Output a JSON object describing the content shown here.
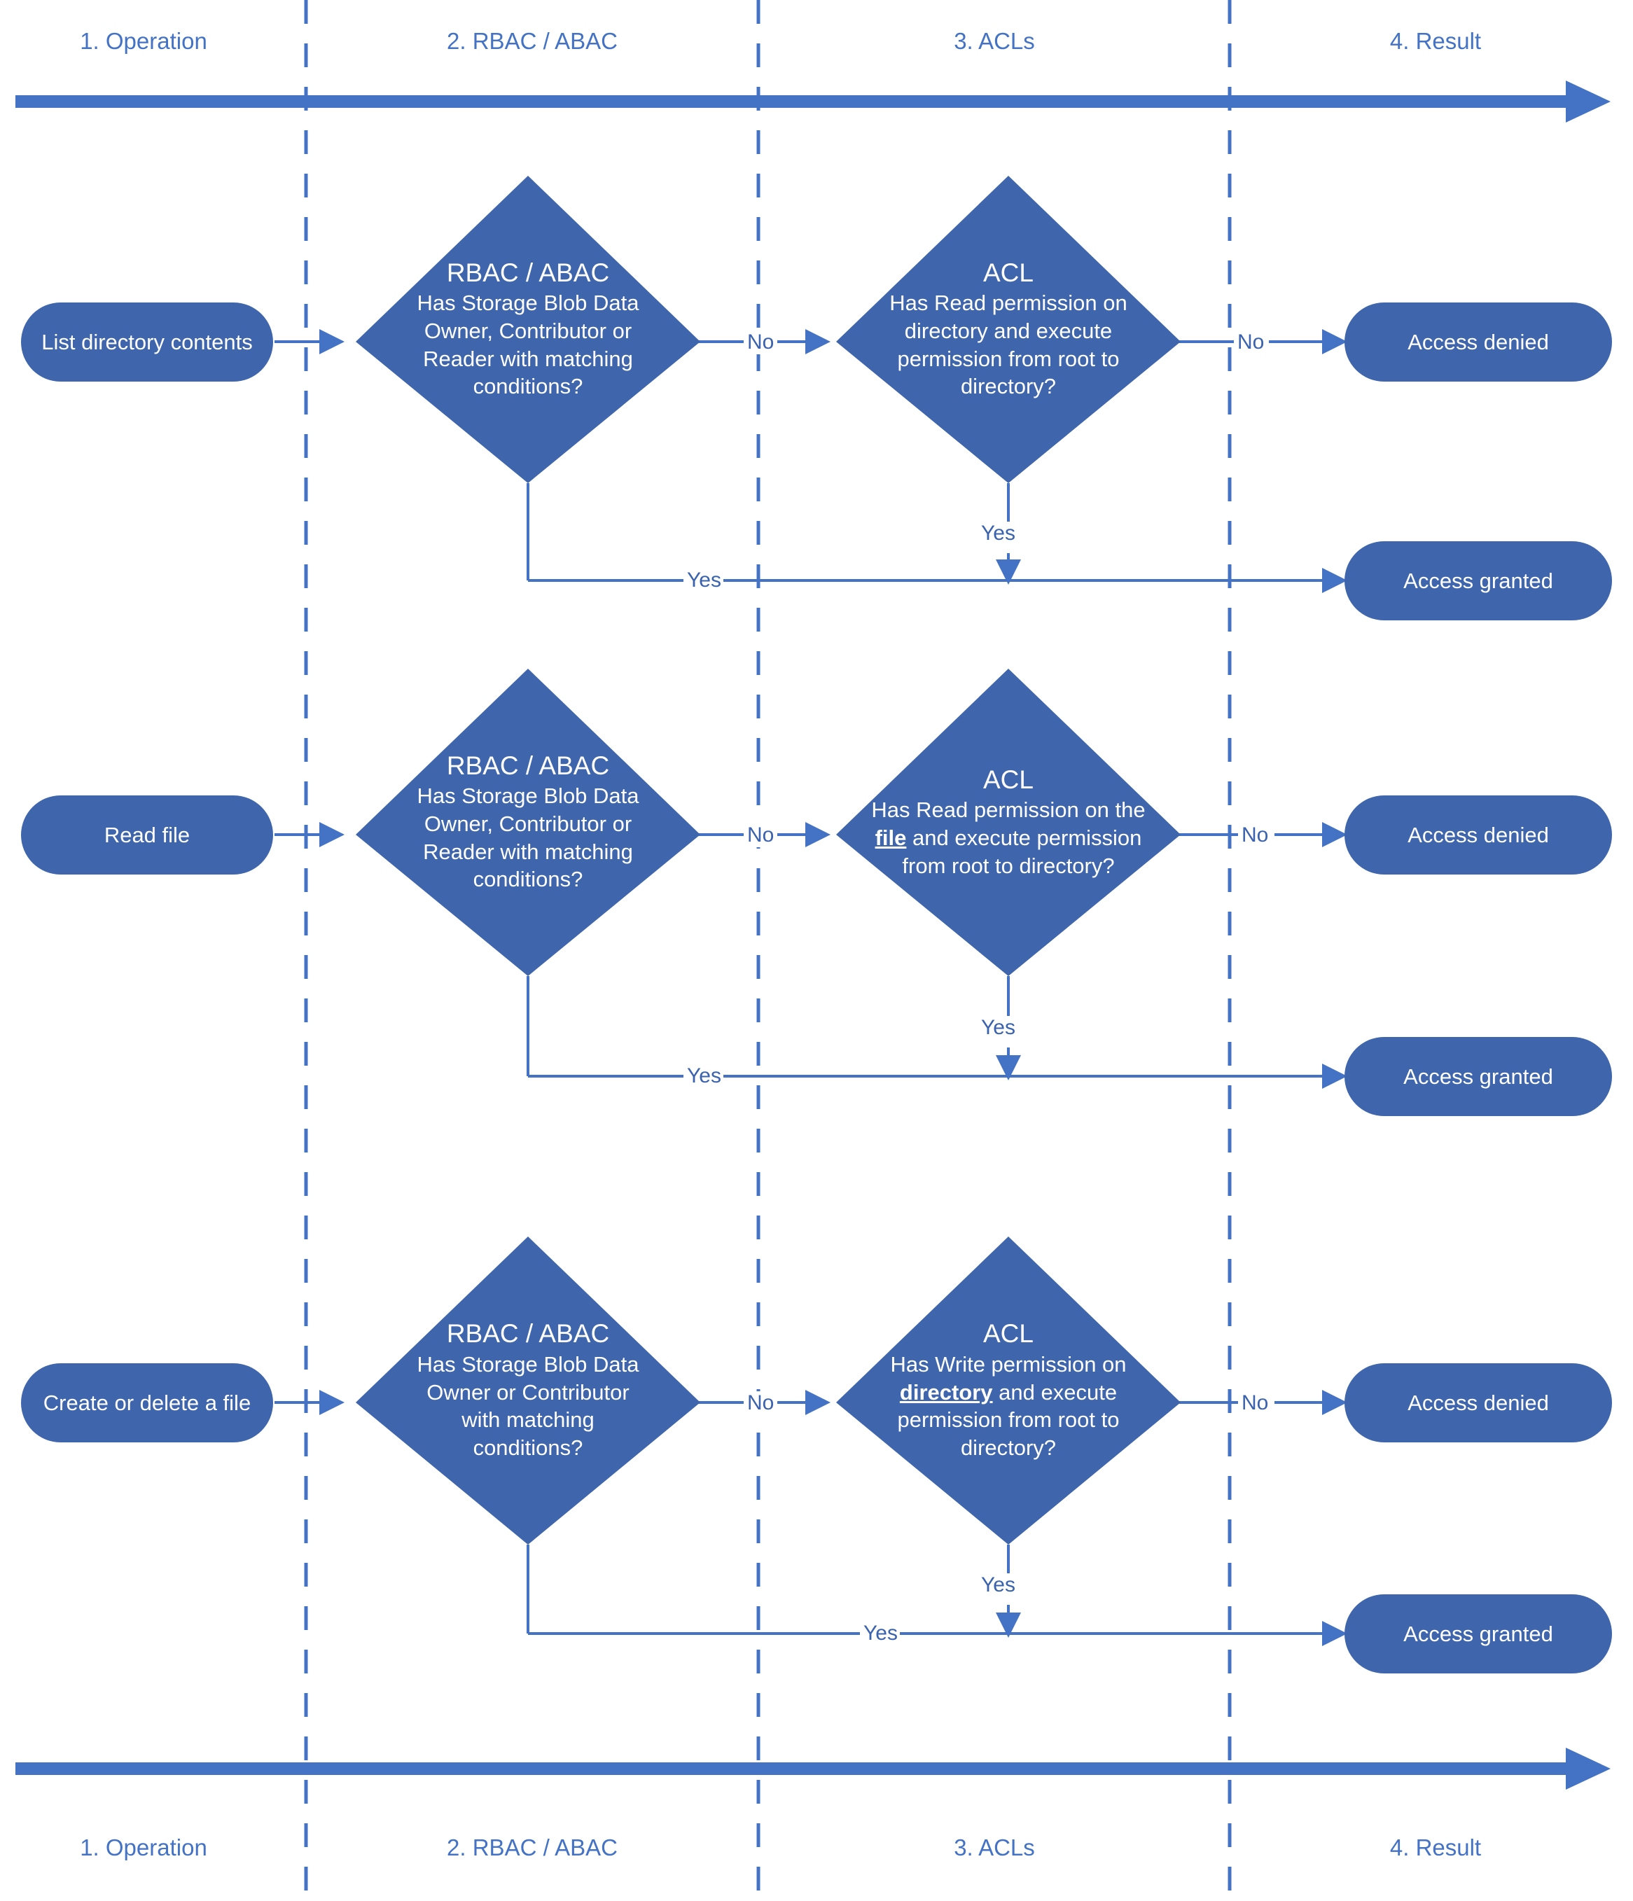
{
  "colors": {
    "shape_fill": "#3F65AC",
    "line": "#4472C4",
    "label_text": "#4472C4",
    "shape_text": "#FFFFFF",
    "band_arrow": "#4472C4"
  },
  "lanes": {
    "top": [
      {
        "label": "1. Operation"
      },
      {
        "label": "2. RBAC / ABAC"
      },
      {
        "label": "3. ACLs"
      },
      {
        "label": "4. Result"
      }
    ],
    "bottom": [
      {
        "label": "1. Operation"
      },
      {
        "label": "2. RBAC / ABAC"
      },
      {
        "label": "3. ACLs"
      },
      {
        "label": "4. Result"
      }
    ]
  },
  "rows": [
    {
      "id": "list-directory-contents",
      "operation": "List directory contents",
      "rbac": {
        "title": "RBAC / ABAC",
        "body_lines": [
          "Has Storage Blob Data",
          "Owner, Contributor or",
          "Reader with matching",
          "conditions?"
        ],
        "no_label": "No",
        "yes_label": "Yes"
      },
      "acl": {
        "title": "ACL",
        "body_lines": [
          "Has Read permission on",
          "directory and execute",
          "permission from root to",
          "directory?"
        ],
        "emphasis": "",
        "no_label": "No",
        "yes_label": "Yes"
      },
      "result_denied": "Access denied",
      "result_granted": "Access granted"
    },
    {
      "id": "read-file",
      "operation": "Read file",
      "rbac": {
        "title": "RBAC / ABAC",
        "body_lines": [
          "Has Storage Blob Data",
          "Owner, Contributor or",
          "Reader with matching",
          "conditions?"
        ],
        "no_label": "No",
        "yes_label": "Yes"
      },
      "acl": {
        "title": "ACL",
        "body_lines": [
          "Has Read permission on the",
          "file and execute permission",
          "from root to directory?"
        ],
        "emphasis": "file",
        "no_label": "No",
        "yes_label": "Yes"
      },
      "result_denied": "Access denied",
      "result_granted": "Access granted"
    },
    {
      "id": "create-or-delete-a-file",
      "operation": "Create or delete a file",
      "rbac": {
        "title": "RBAC / ABAC",
        "body_lines": [
          "Has Storage Blob Data",
          "Owner or Contributor",
          "with matching",
          "conditions?"
        ],
        "no_label": "No",
        "yes_label": "Yes"
      },
      "acl": {
        "title": "ACL",
        "body_lines": [
          "Has Write permission on",
          "directory and execute",
          "permission from root to",
          "directory?"
        ],
        "emphasis": "directory",
        "no_label": "No",
        "yes_label": "Yes"
      },
      "result_denied": "Access denied",
      "result_granted": "Access granted"
    }
  ]
}
